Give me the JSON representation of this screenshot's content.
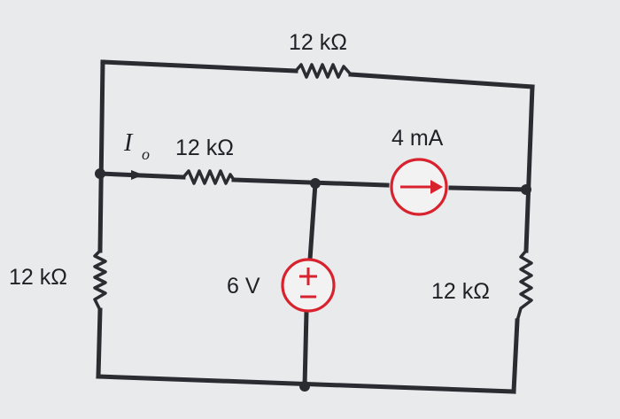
{
  "circuit": {
    "resistors": {
      "top": "12 kΩ",
      "middle": "12 kΩ",
      "left": "12 kΩ",
      "right": "12 kΩ"
    },
    "current_source": {
      "label": "4 mA"
    },
    "voltage_source": {
      "label": "6 V",
      "plus": "+",
      "minus": "−"
    },
    "current_label": {
      "symbol": "I",
      "subscript": "o"
    }
  },
  "colors": {
    "source_red": "#d8232f",
    "wire": "#2a2c31",
    "background": "#e9eaec"
  }
}
